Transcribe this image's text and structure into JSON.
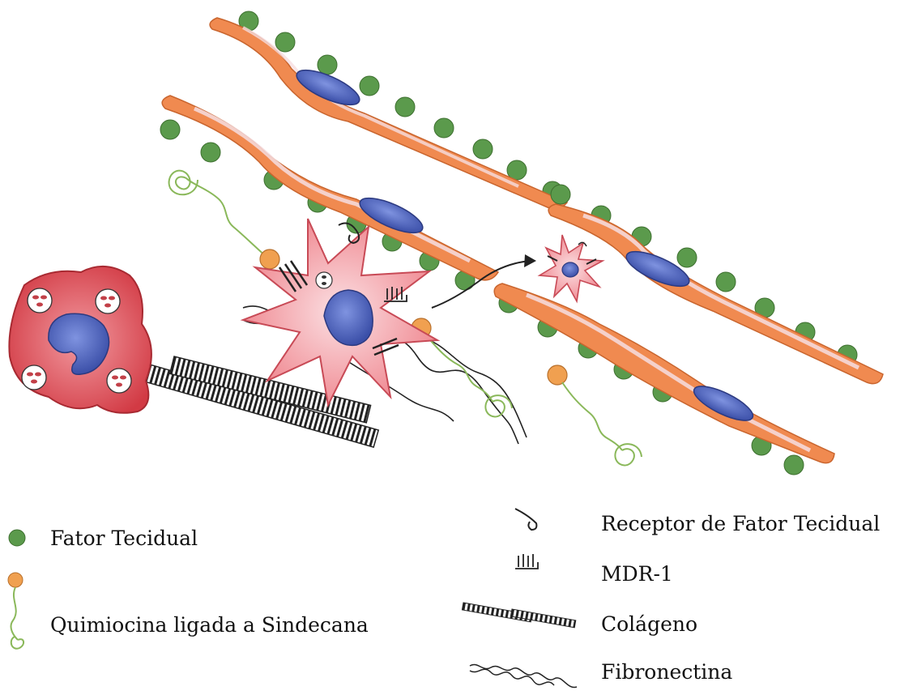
{
  "legend": {
    "tissue_factor": "Fator Tecidual",
    "chemokine": "Quimiocina ligada a Sindecana",
    "tf_receptor": "Receptor de Fator Tecidual",
    "mdr1": "MDR-1",
    "collagen": "Colágeno",
    "fibronectin": "Fibronectina"
  },
  "colors": {
    "tissue_factor": "#5b9a4c",
    "chemokine_head": "#f0a050",
    "chemokine_tail": "#8ab85a",
    "fiber_outer": "#f08a50",
    "fiber_inner": "#f6dde0",
    "nucleus": "#5a6fc4",
    "cell_pink": "#f08890",
    "big_cell_red": "#d8424a"
  }
}
